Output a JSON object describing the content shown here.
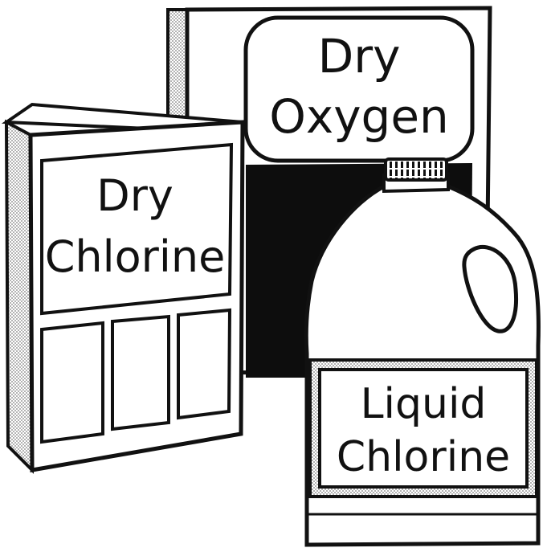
{
  "products": {
    "dry_oxygen": {
      "line1": "Dry",
      "line2": "Oxygen"
    },
    "dry_chlorine": {
      "line1": "Dry",
      "line2": "Chlorine"
    },
    "liquid_chlorine": {
      "line1": "Liquid",
      "line2": "Chlorine"
    }
  },
  "colors": {
    "ink": "#111111",
    "paper": "#ffffff",
    "stipple": "#9a9a9a"
  }
}
